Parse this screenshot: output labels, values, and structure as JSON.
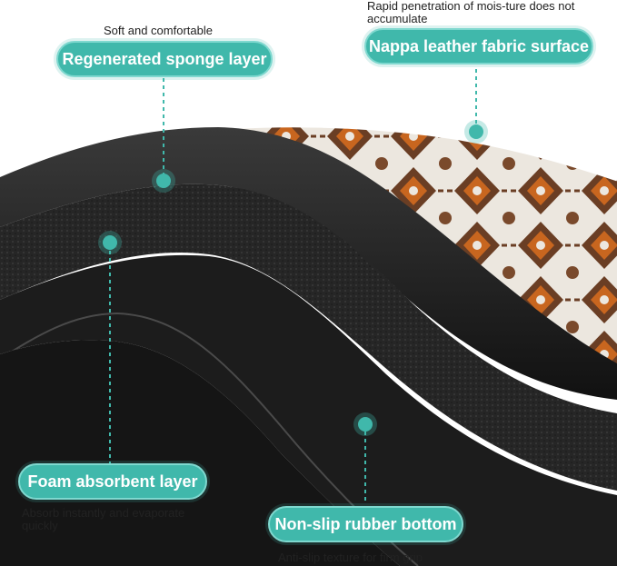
{
  "callouts": {
    "sponge": {
      "label": "Regenerated sponge layer",
      "caption": "Soft and comfortable"
    },
    "nappa": {
      "label": "Nappa leather fabric surface",
      "caption": "Rapid penetration of mois-ture does not accumulate"
    },
    "foam": {
      "label": "Foam absorbent layer",
      "caption": "Absorb instantly and evaporate quickly"
    },
    "rubber": {
      "label": "Non-slip rubber bottom",
      "caption": "Anti-slip texture for firm grip"
    }
  },
  "colors": {
    "accent": "#40b8ab",
    "accent_light": "#7fd8cf",
    "mat_black": "#1b1b1b",
    "pattern_brown": "#6a3e24",
    "pattern_orange": "#c8661f",
    "pattern_cream": "#ece7df"
  }
}
